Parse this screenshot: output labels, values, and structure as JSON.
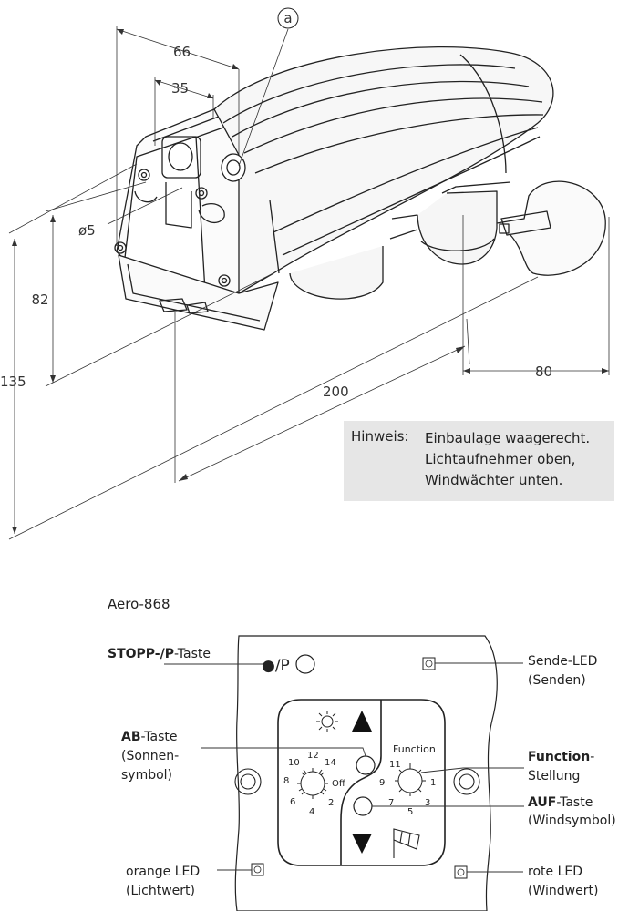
{
  "dimensions": {
    "marker": "a",
    "d66": "66",
    "d35": "35",
    "d5": "ø5",
    "d82": "82",
    "d135": "135",
    "d200": "200",
    "d80": "80"
  },
  "note": {
    "key": "Hinweis:",
    "lines": [
      "Einbaulage waagerecht.",
      "Lichtaufnehmer oben,",
      "Windwächter unten."
    ]
  },
  "panel": {
    "model": "Aero-868",
    "stopp_bold": "STOPP-/P",
    "stopp_rest": "-Taste",
    "stopp_symbol": "●/P",
    "sende_led_1": "Sende-LED",
    "sende_led_2": "(Senden)",
    "ab_bold": "AB",
    "ab_rest": "-Taste",
    "ab_2": "(Sonnen-",
    "ab_3": "symbol)",
    "function_bold": "Function",
    "function_rest": "-",
    "function_2": "Stellung",
    "auf_bold": "AUF",
    "auf_rest": "-Taste",
    "auf_2": "(Windsymbol)",
    "orange_led_1": "orange LED",
    "orange_led_2": "(Lichtwert)",
    "rote_led_1": "rote LED",
    "rote_led_2": "(Windwert)",
    "dial_function_label": "Function",
    "light_dial": [
      "10",
      "12",
      "14",
      "8",
      "Off",
      "6",
      "4",
      "2"
    ],
    "function_dial": [
      "11",
      "9",
      "1",
      "7",
      "3",
      "5"
    ]
  }
}
